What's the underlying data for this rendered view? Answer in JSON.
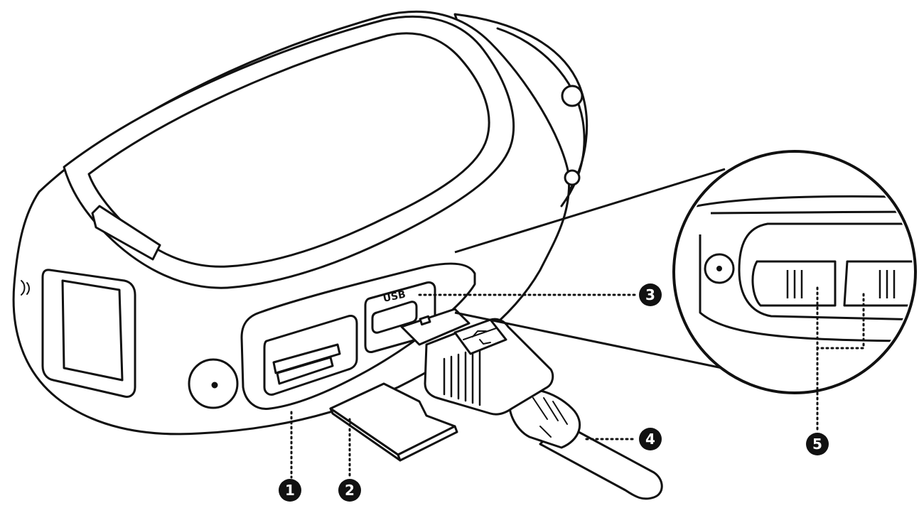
{
  "diagram": {
    "port_label": "USB",
    "callouts": [
      {
        "id": "1",
        "label": "1"
      },
      {
        "id": "2",
        "label": "2"
      },
      {
        "id": "3",
        "label": "3"
      },
      {
        "id": "4",
        "label": "4"
      },
      {
        "id": "5",
        "label": "5"
      }
    ]
  },
  "colors": {
    "ink": "#111111",
    "paper": "#ffffff",
    "shade": "#f4f4f4"
  }
}
